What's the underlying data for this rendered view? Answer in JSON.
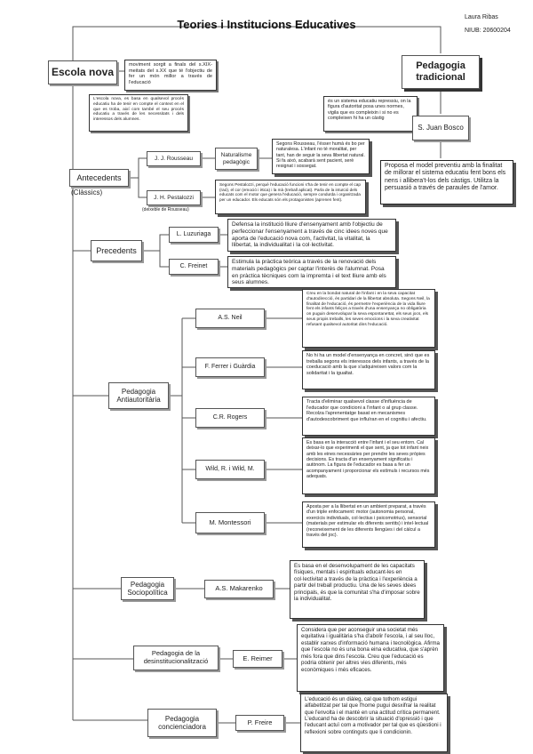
{
  "header": {
    "title": "Teories i Institucions Educatives",
    "author": "Laura Ribas",
    "niub": "NIUB: 20600204"
  },
  "escola_nova": {
    "label": "Escola nova",
    "definition": "moviment sorgit a finals del s.XIX- meitats del s.XX que té l'objectiu de fer un món millor a través de l'educació",
    "note": "L'escola nova, es basa en qualsevol procés educatiu ha de tenir en compte el context en el que es troba, així com també el seu procés educatiu a través de les necessitats i dels interessos dels alumnes."
  },
  "pedagogia_tradicional": {
    "label": "Pedagogia\ntradicional",
    "definition": "és un sistema educatiu repressiu, on la figura d'autoritat posa unes normes, vigila que es compleixin i si no es compleixen hi ha un càstig",
    "author": "S. Juan Bosco",
    "author_desc": "Proposa el model preventiu amb la finalitat de millorar el sistema educatiu fent bons els nens i allibera't-los dels càstigs. Utilitza la persuasió a través de paraules de l'amor."
  },
  "antecedents": {
    "label": "Antecedents",
    "sub": "(Clàssics)",
    "rousseau": {
      "name": "J. J. Rousseau",
      "concept": "Naturalisme\npedagògic",
      "desc": "Segons Rousseau, l'ésser humà és bo per naturalesa. L'infant no té moralitat, per tant, han de seguir la seva llibertat natural. Si fa això, acabarà sent pacient, serè resignat i sossegat."
    },
    "pestalozzi": {
      "name": "J. H. Pestalozzi",
      "note": "(deixeble de Rousseau)",
      "desc": "Segons Pestalozzi, perquè l'educació funcioni s'ha de tenir en compte el cap (raó), el cor (emoció i ètica) i la mà (treball aplicat). Parla de la intuïció dels educats com el motor que genera l'educació, sempre conduïda i organitzada per un educador. Els educats són els protagonistes (aprenen fent)."
    }
  },
  "precedents": {
    "label": "Precedents",
    "luzuriaga": {
      "name": "L. Luzuriaga",
      "desc": "Defensa la institució lliure d'ensenyament amb l'objectiu de perfeccionar l'ensenyament a través de cinc idees noves que aporta de l'educació nova com, l'activitat, la vitalitat, la llibertat, la individualitat i la col·lectivitat."
    },
    "freinet": {
      "name": "C. Freinet",
      "desc": "Estimula la pràctica teòrica a través de la renovació dels materials pedagògics per captar l'interès de l'alumnat. Posa en pràctica tècniques com la impremta i el text lliure amb els seus alumnes."
    }
  },
  "antiautoritaria": {
    "label": "Pedagogia\nAntiautoritària",
    "neil": {
      "name": "A.S. Neil",
      "desc": "Creu en la bondat natural de l'infant i en la seva capacitat d'autodirecció, és partidari de la llibertat absoluta. Segons Neil, la finalitat de l'educació, és permetre l'experiència de la vida lliure fent els infants feliços a través d'una ensenyança no obligatòria on puguin desenvolupar la seva espontaneïtat, els seus jocs, els seus propis treballs, les seves emocions i la seva creativitat refusant qualsevol autoritat dins l'educació."
    },
    "ferrer": {
      "name": "F. Ferrer i Guàrdia",
      "desc": "No hi ha un model d'ensenyança en concret, sinó que es treballa segons els interessos dels infants, a través de la coeducació amb la que s'adquireixen valors com la solidaritat i la igualtat."
    },
    "rogers": {
      "name": "C.R. Rogers",
      "desc": "Tracta d'eliminar qualsevol classe d'influència de l'educador que condicioni a l'infant o al grup classe. Recolza l'aprenentatge basat en mecanismes d'autodescobriment que influïran en el cognitiu i afectiu."
    },
    "wild": {
      "name": "Wild, R. i Wild, M.",
      "desc": "Es basa en la interacció entre l'infant i el seu entorn. Cal deixar-lo que experimenti el que sent, ja que tot infant neix amb les eines necessàries per prendre les seves pròpies decisions. Es tracta d'un ensenyament significatiu i autònom. La figura de l'educador es basa a fer un acompanyament i proporcionar els estímuls i recursos més adequats."
    },
    "montessori": {
      "name": "M. Montessori",
      "desc": "Aposta per a la llibertat en un ambient preparat, a través d'un triple enfocament: motor (autonomia personal, exercicis individuals, col·lectius i psicomotrius), sensorial (materials per estimular els diferents sentits) i intel·lectual (reconeixement de les diferents llengües i del càlcul a través del joc)."
    }
  },
  "sociopolitica": {
    "label": "Pedagogia\nSociopolítica",
    "makarenko": {
      "name": "A.S. Makarenko",
      "desc": "Es basa en el desenvolupament de les capacitats físiques, mentals i espirituals educant-les en col·lectivitat a través de la pràctica i l'experiència a partir del treball productiu. Una de les seves idees principals, és que la comunitat s'ha d'imposar sobre la individualitat."
    }
  },
  "desinstitucionalitzacio": {
    "label": "Pedagogia de la\ndesinstitucionalització",
    "reimer": {
      "name": "E. Reimer",
      "desc": "Considera que per aconseguir una societat més equitativa i igualitària s'ha d'abolir l'escola, i al seu lloc, establir xarxes d'informació humana i tecnològica. Afirma que l'escola no és una bona eina educativa, que s'aprèn més fora que dins l'escola. Creu que l'educació es podria obtenir per altres vies diferents, més econòmiques i més eficaces."
    }
  },
  "concienciadora": {
    "label": "Pedagogia\nconcienciadora",
    "freire": {
      "name": "P. Freire",
      "desc": "L'educació és un diàleg, cal que tothom estigui alfabetitzat per tal que l'home pugui desxifrar la realitat que l'envolta i el manté en una actitud crítica permanent. L'educand ha de descobrir la situació d'opressió i que l'educant actuï com a motivador per tal que es qüestioni i reflexioni sobre continguts que li condicionin."
    }
  }
}
